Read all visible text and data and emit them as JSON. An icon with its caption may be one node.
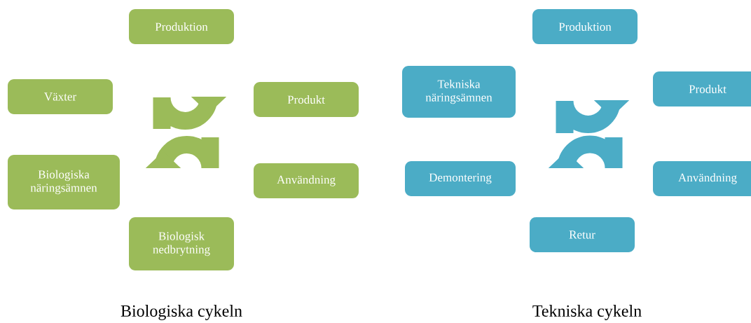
{
  "diagram": {
    "nodes": [
      {
        "text": [
          "Produktion"
        ]
      },
      {
        "text": [
          "Växter"
        ]
      },
      {
        "text": [
          "Produkt"
        ]
      },
      {
        "text": [
          "Biologiska näringsämnen"
        ]
      },
      {
        "text": [
          "Användning"
        ]
      },
      {
        "text": [
          "Biologisk nedbrytning"
        ]
      },
      {
        "text": [
          "Produktion"
        ]
      },
      {
        "text": [
          "Tekniska näringsämnen"
        ]
      },
      {
        "text": [
          "Produkt"
        ]
      },
      {
        "text": [
          "Demontering"
        ]
      },
      {
        "text": [
          "Användning"
        ]
      },
      {
        "text": [
          "Retur"
        ]
      }
    ],
    "labels": [
      "Biologiska cykeln",
      "Tekniska cykeln"
    ]
  }
}
